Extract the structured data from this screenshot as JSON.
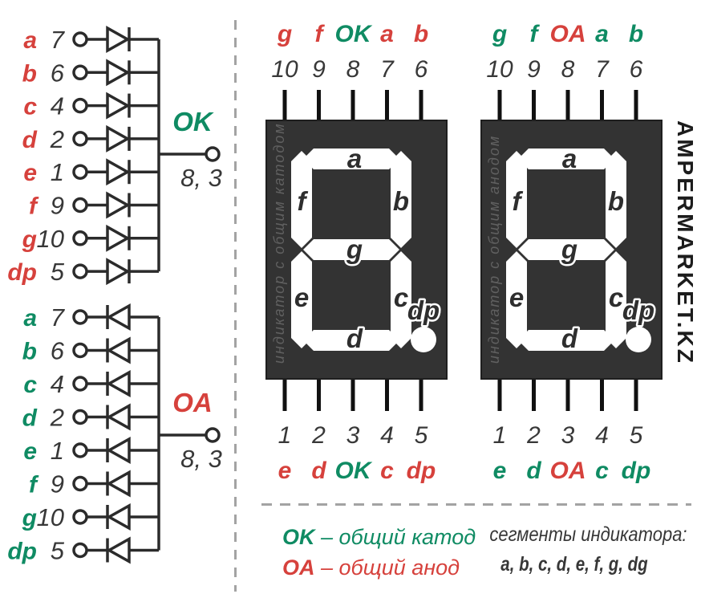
{
  "colors": {
    "red": "#d6413c",
    "green": "#0f8b63",
    "dark_text": "#383838",
    "display_body": "#333333",
    "segment_white": "#ffffff",
    "side_note_gray": "#606060",
    "dash_gray": "#a3a3a3"
  },
  "circuit": {
    "common_cathode": {
      "rows": [
        {
          "segment": "a",
          "pin": "7"
        },
        {
          "segment": "b",
          "pin": "6"
        },
        {
          "segment": "c",
          "pin": "4"
        },
        {
          "segment": "d",
          "pin": "2"
        },
        {
          "segment": "e",
          "pin": "1"
        },
        {
          "segment": "f",
          "pin": "9"
        },
        {
          "segment": "g",
          "pin": "10"
        },
        {
          "segment": "dp",
          "pin": "5"
        }
      ],
      "common_label": "OK",
      "common_pins": "8, 3"
    },
    "common_anode": {
      "rows": [
        {
          "segment": "a",
          "pin": "7"
        },
        {
          "segment": "b",
          "pin": "6"
        },
        {
          "segment": "c",
          "pin": "4"
        },
        {
          "segment": "d",
          "pin": "2"
        },
        {
          "segment": "e",
          "pin": "1"
        },
        {
          "segment": "f",
          "pin": "9"
        },
        {
          "segment": "g",
          "pin": "10"
        },
        {
          "segment": "dp",
          "pin": "5"
        }
      ],
      "common_label": "OA",
      "common_pins": "8, 3"
    }
  },
  "displays": [
    {
      "name": "display-common-cathode",
      "top_letters": [
        "g",
        "f",
        "OK",
        "a",
        "b"
      ],
      "top_letter_colors": [
        "red",
        "red",
        "green",
        "red",
        "red"
      ],
      "top_pins": [
        "10",
        "9",
        "8",
        "7",
        "6"
      ],
      "bottom_pins": [
        "1",
        "2",
        "3",
        "4",
        "5"
      ],
      "bottom_letters": [
        "e",
        "d",
        "OK",
        "c",
        "dp"
      ],
      "bottom_letter_colors": [
        "red",
        "red",
        "green",
        "red",
        "red"
      ],
      "segment_labels": {
        "a": "a",
        "b": "b",
        "c": "c",
        "d": "d",
        "e": "e",
        "f": "f",
        "g": "g",
        "dp": "dp"
      },
      "side_note": "индикатор с общим катодом"
    },
    {
      "name": "display-common-anode",
      "top_letters": [
        "g",
        "f",
        "OA",
        "a",
        "b"
      ],
      "top_letter_colors": [
        "green",
        "green",
        "red",
        "green",
        "green"
      ],
      "top_pins": [
        "10",
        "9",
        "8",
        "7",
        "6"
      ],
      "bottom_pins": [
        "1",
        "2",
        "3",
        "4",
        "5"
      ],
      "bottom_letters": [
        "e",
        "d",
        "OA",
        "c",
        "dp"
      ],
      "bottom_letter_colors": [
        "green",
        "green",
        "red",
        "green",
        "green"
      ],
      "segment_labels": {
        "a": "a",
        "b": "b",
        "c": "c",
        "d": "d",
        "e": "e",
        "f": "f",
        "g": "g",
        "dp": "dp"
      },
      "side_note": "индикатор с общим анодом"
    }
  ],
  "watermark": "AMPERMARKET.KZ",
  "legend": {
    "entries": [
      {
        "term": "OK",
        "definition": "– общий катод",
        "color": "#0f8b63"
      },
      {
        "term": "OA",
        "definition": "– общий анод",
        "color": "#d6413c"
      }
    ],
    "segments_title": "сегменты индикатора:",
    "segments_list": "a, b, c, d, e, f, g, dg"
  }
}
